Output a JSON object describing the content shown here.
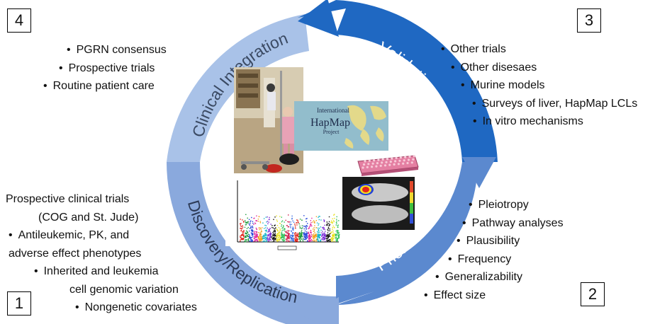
{
  "colors": {
    "clinical_integration": "#a9c2e8",
    "validation": "#1f68c2",
    "prioritization": "#5b89cf",
    "discovery_replication": "#8aa9dd"
  },
  "stages": {
    "clinical_integration": {
      "label": "Clinical Integration",
      "number": "4"
    },
    "validation": {
      "label": "Validation",
      "number": "3"
    },
    "prioritization": {
      "label": "Prioritization",
      "number": "2"
    },
    "discovery_replication": {
      "label": "Discovery/Replication",
      "number": "1"
    }
  },
  "lists": {
    "clinical_integration": [
      "PGRN consensus",
      "Prospective trials",
      "Routine patient care"
    ],
    "validation": [
      "Other trials",
      "Other disesaes",
      "Murine models",
      "Surveys of liver, HapMap LCLs",
      "In vitro mechanisms"
    ],
    "prioritization": [
      "Pleiotropy",
      "Pathway analyses",
      "Plausibility",
      "Frequency",
      "Generalizability",
      "Effect size"
    ],
    "discovery_replication": {
      "lead": "Prospective clinical trials",
      "lead_cont": "(COG and St. Jude)",
      "b1": "Antileukemic, PK, and",
      "b1_cont": "adverse effect phenotypes",
      "b2": "Inherited and leukemia",
      "b2_cont": "cell genomic variation",
      "b3": "Nongenetic covariates"
    }
  },
  "images": {
    "hapmap_logo": {
      "line1": "International",
      "line2": "HapMap",
      "line3": "Project"
    }
  }
}
